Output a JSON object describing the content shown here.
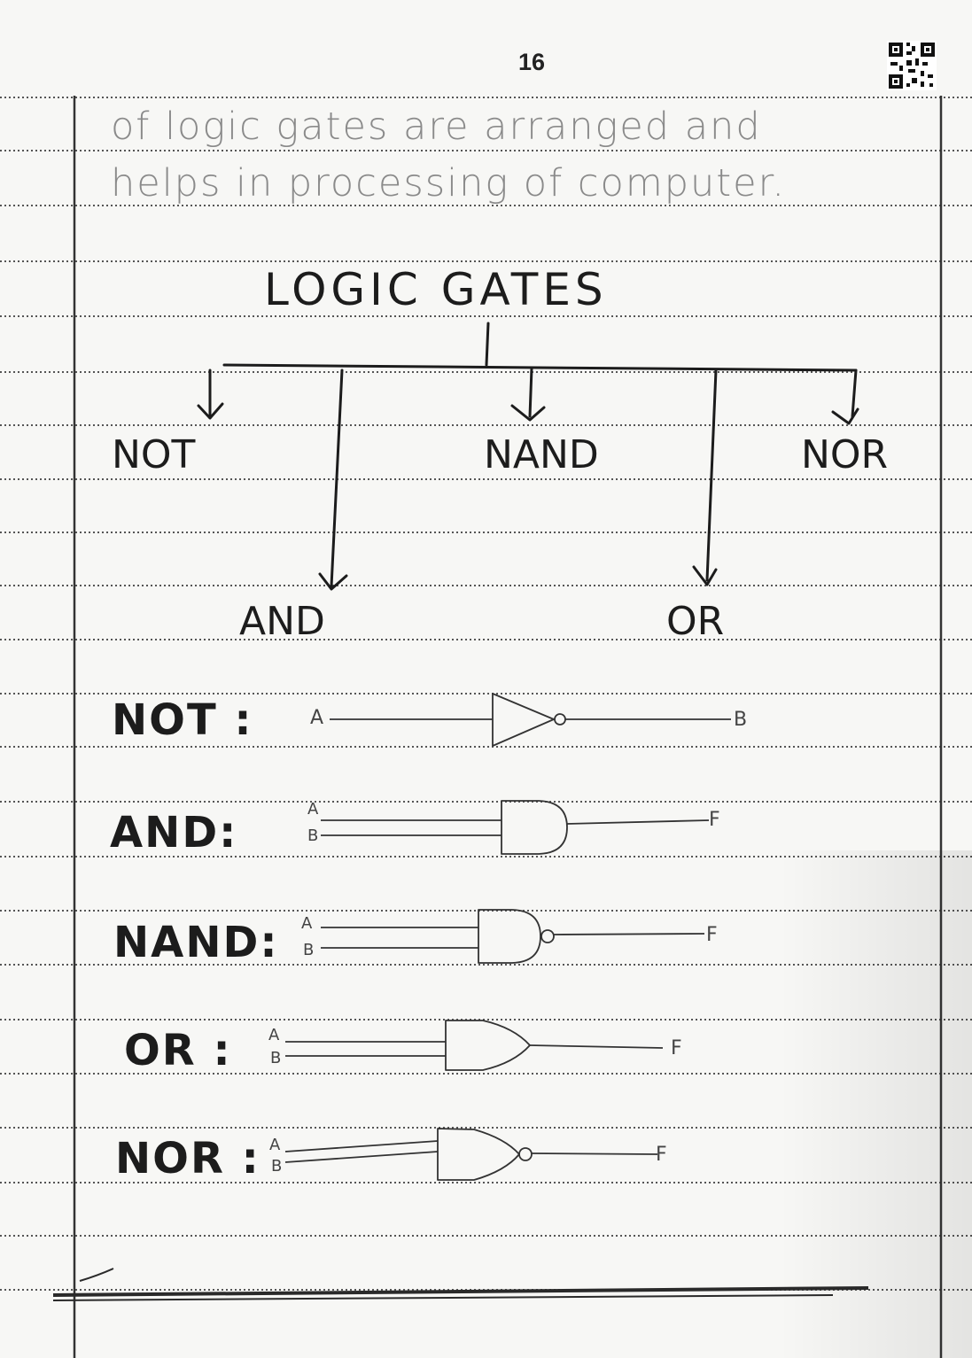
{
  "page": {
    "number": "16"
  },
  "notes": {
    "line1": "of logic gates are arranged and",
    "line2": "helps in processing of computer."
  },
  "tree": {
    "title": "LOGIC GATES",
    "branches": {
      "not": "NOT",
      "and": "AND",
      "nand": "NAND",
      "or": "OR",
      "nor": "NOR"
    }
  },
  "gates": {
    "not": {
      "label": "NOT :",
      "input_a": "A",
      "output": "B"
    },
    "and": {
      "label": "AND:",
      "input_a": "A",
      "input_b": "B",
      "output": "F"
    },
    "nand": {
      "label": "NAND:",
      "input_a": "A",
      "input_b": "B",
      "output": "F"
    },
    "or": {
      "label": "OR :",
      "input_a": "A",
      "input_b": "B",
      "output": "F"
    },
    "nor": {
      "label": "NOR :",
      "input_a": "A",
      "input_b": "B",
      "output": "F"
    }
  },
  "colors": {
    "ink": "#1c1c1c",
    "pencil": "#8a8a8a",
    "rule": "#555555"
  },
  "icons": {
    "qr": "qr-code-icon"
  }
}
